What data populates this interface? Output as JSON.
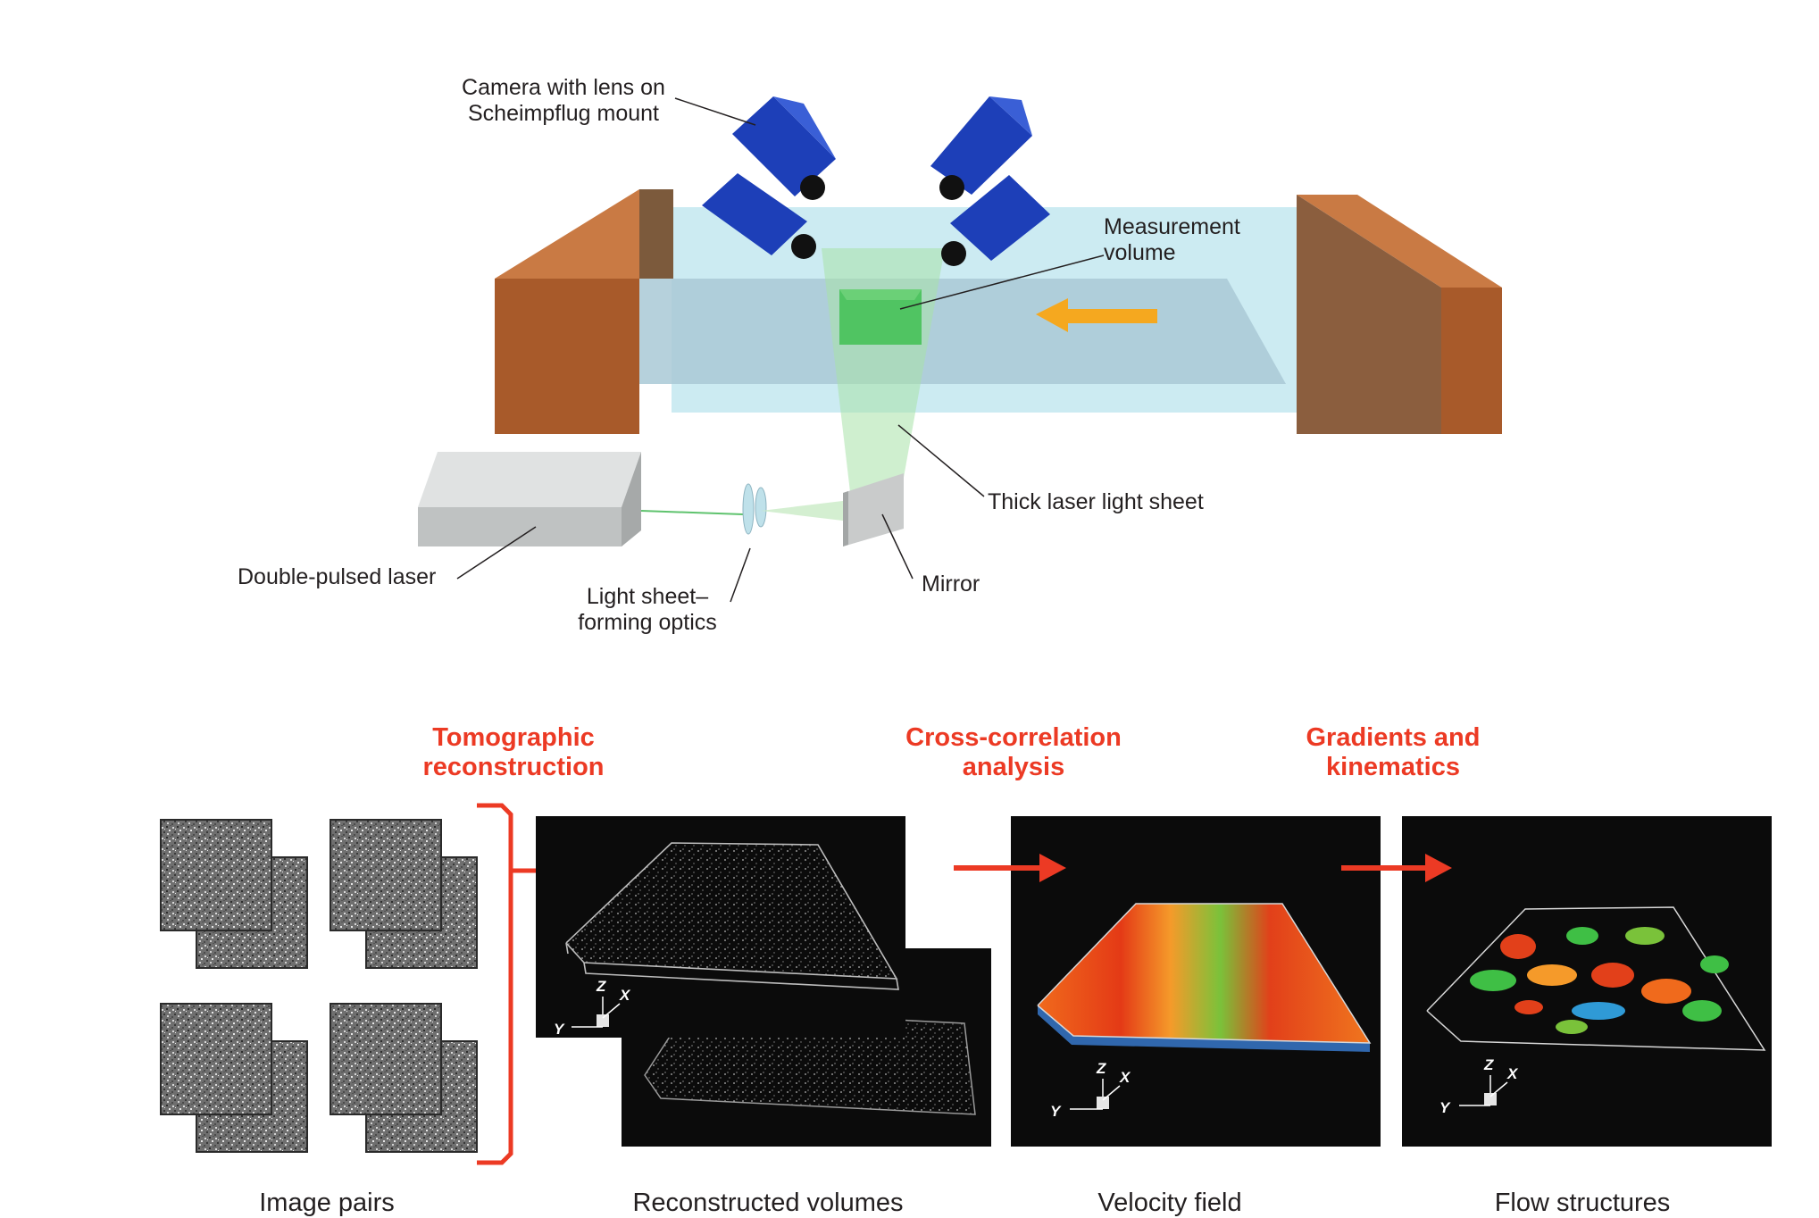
{
  "setup": {
    "camera_label": "Camera with lens on\nScheimpflug mount",
    "measurement_label": "Measurement\nvolume",
    "thick_sheet_label": "Thick laser light sheet",
    "laser_label": "Double-pulsed laser",
    "optics_label": "Light sheet–\nforming optics",
    "mirror_label": "Mirror"
  },
  "pipeline": {
    "steps": [
      {
        "label": "Tomographic\nreconstruction"
      },
      {
        "label": "Cross-correlation\nanalysis"
      },
      {
        "label": "Gradients and\nkinematics"
      }
    ],
    "captions": {
      "image_pairs": "Image pairs",
      "reconstructed": "Reconstructed volumes",
      "velocity": "Velocity field",
      "flow": "Flow structures"
    },
    "axes": {
      "z": "Z",
      "x": "X",
      "y": "Y"
    }
  },
  "colors": {
    "accent_red": "#ec3a24",
    "camera_blue": "#1d3fb8",
    "channel_wall_brown": "#a85a2a",
    "water_cyan": "#bfe6ee",
    "laser_green": "#7ed58a",
    "flow_arrow_orange": "#f5a81f"
  }
}
